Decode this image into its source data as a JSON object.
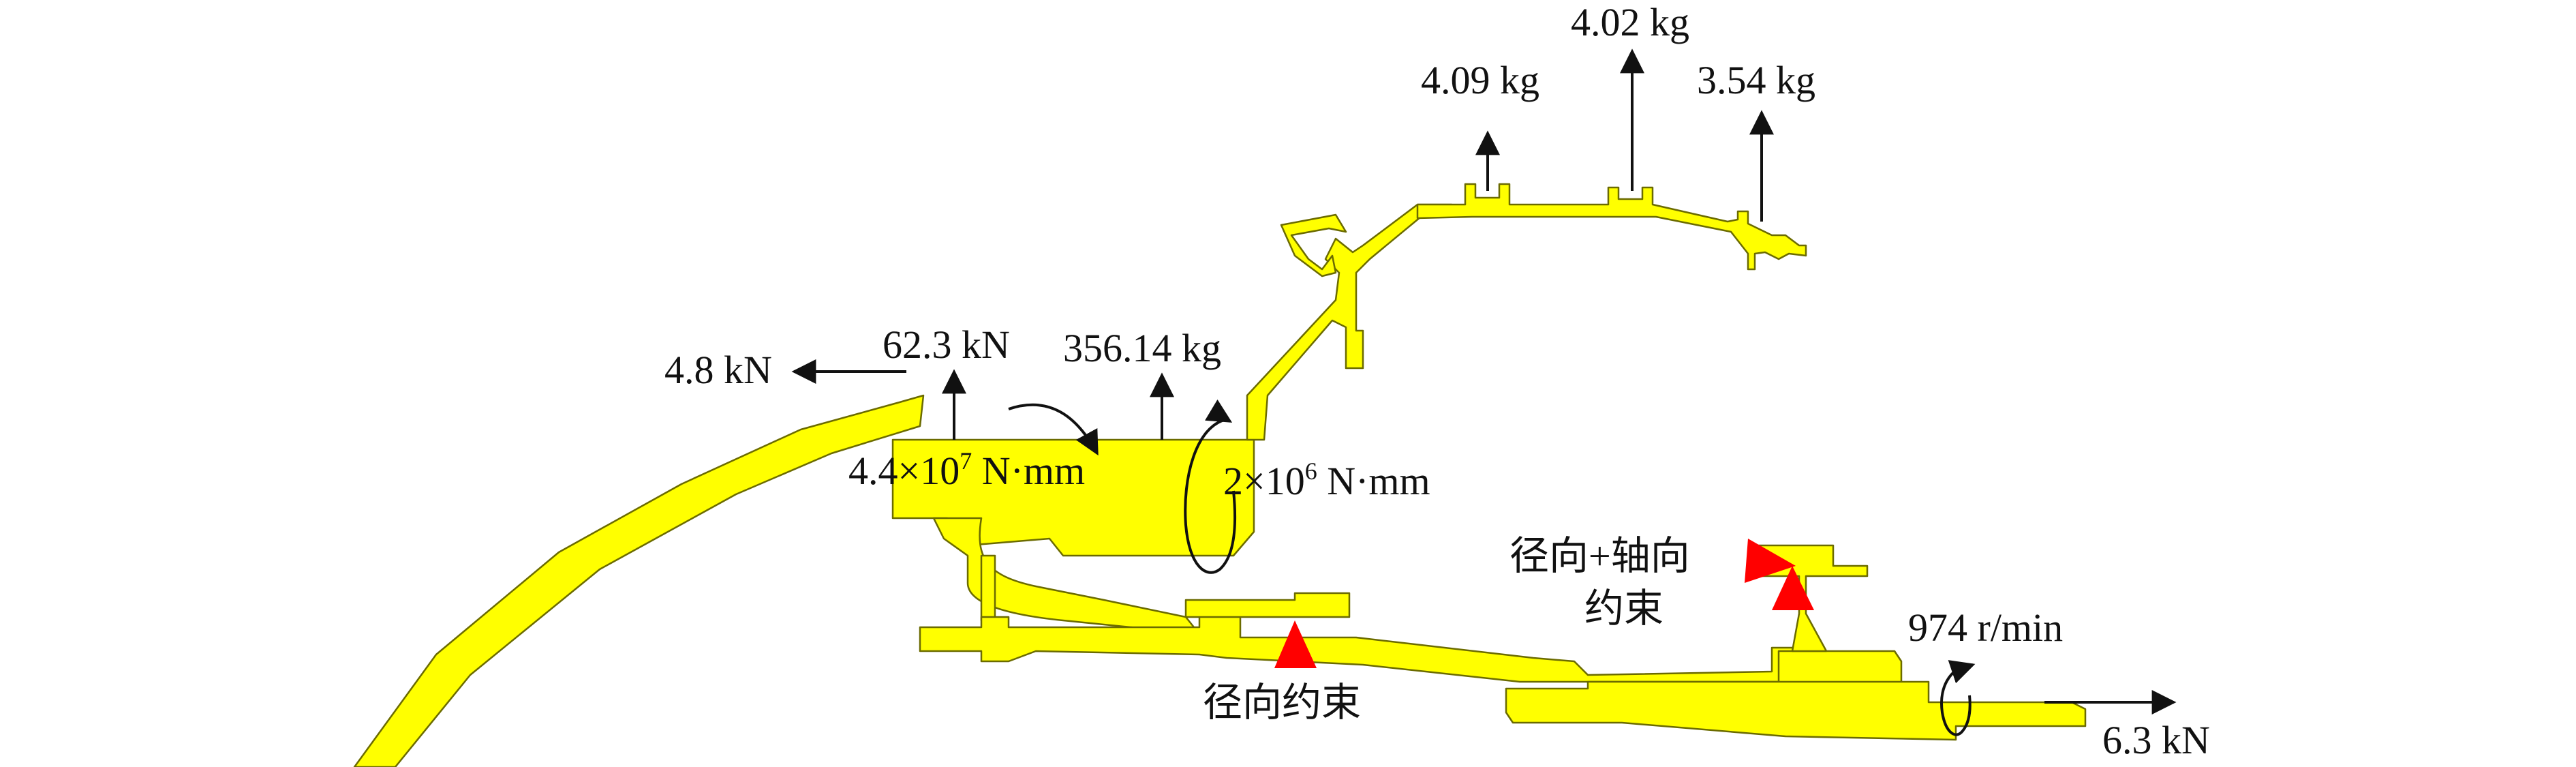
{
  "loads": {
    "axial_left": "4.8 kN",
    "radial_force": "62.3 kN",
    "mass_drum": "356.14 kg",
    "mass_1": "4.09 kg",
    "mass_2": "4.02 kg",
    "mass_3": "3.54 kg",
    "moment_1": {
      "base": "4.4×10",
      "exp": "7",
      "unit": " N·mm"
    },
    "moment_2": {
      "base": "2×10",
      "exp": "6",
      "unit": " N·mm"
    },
    "speed": "974 r/min",
    "axial_right": "6.3 kN"
  },
  "constraints": {
    "radial": "径向约束",
    "radial_axial_line1": "径向+轴向",
    "radial_axial_line2": "约束"
  },
  "colors": {
    "part_fill": "#ffff00",
    "part_edge": "#6b6b00",
    "constraint": "#ff0000",
    "arrow": "#111111"
  }
}
